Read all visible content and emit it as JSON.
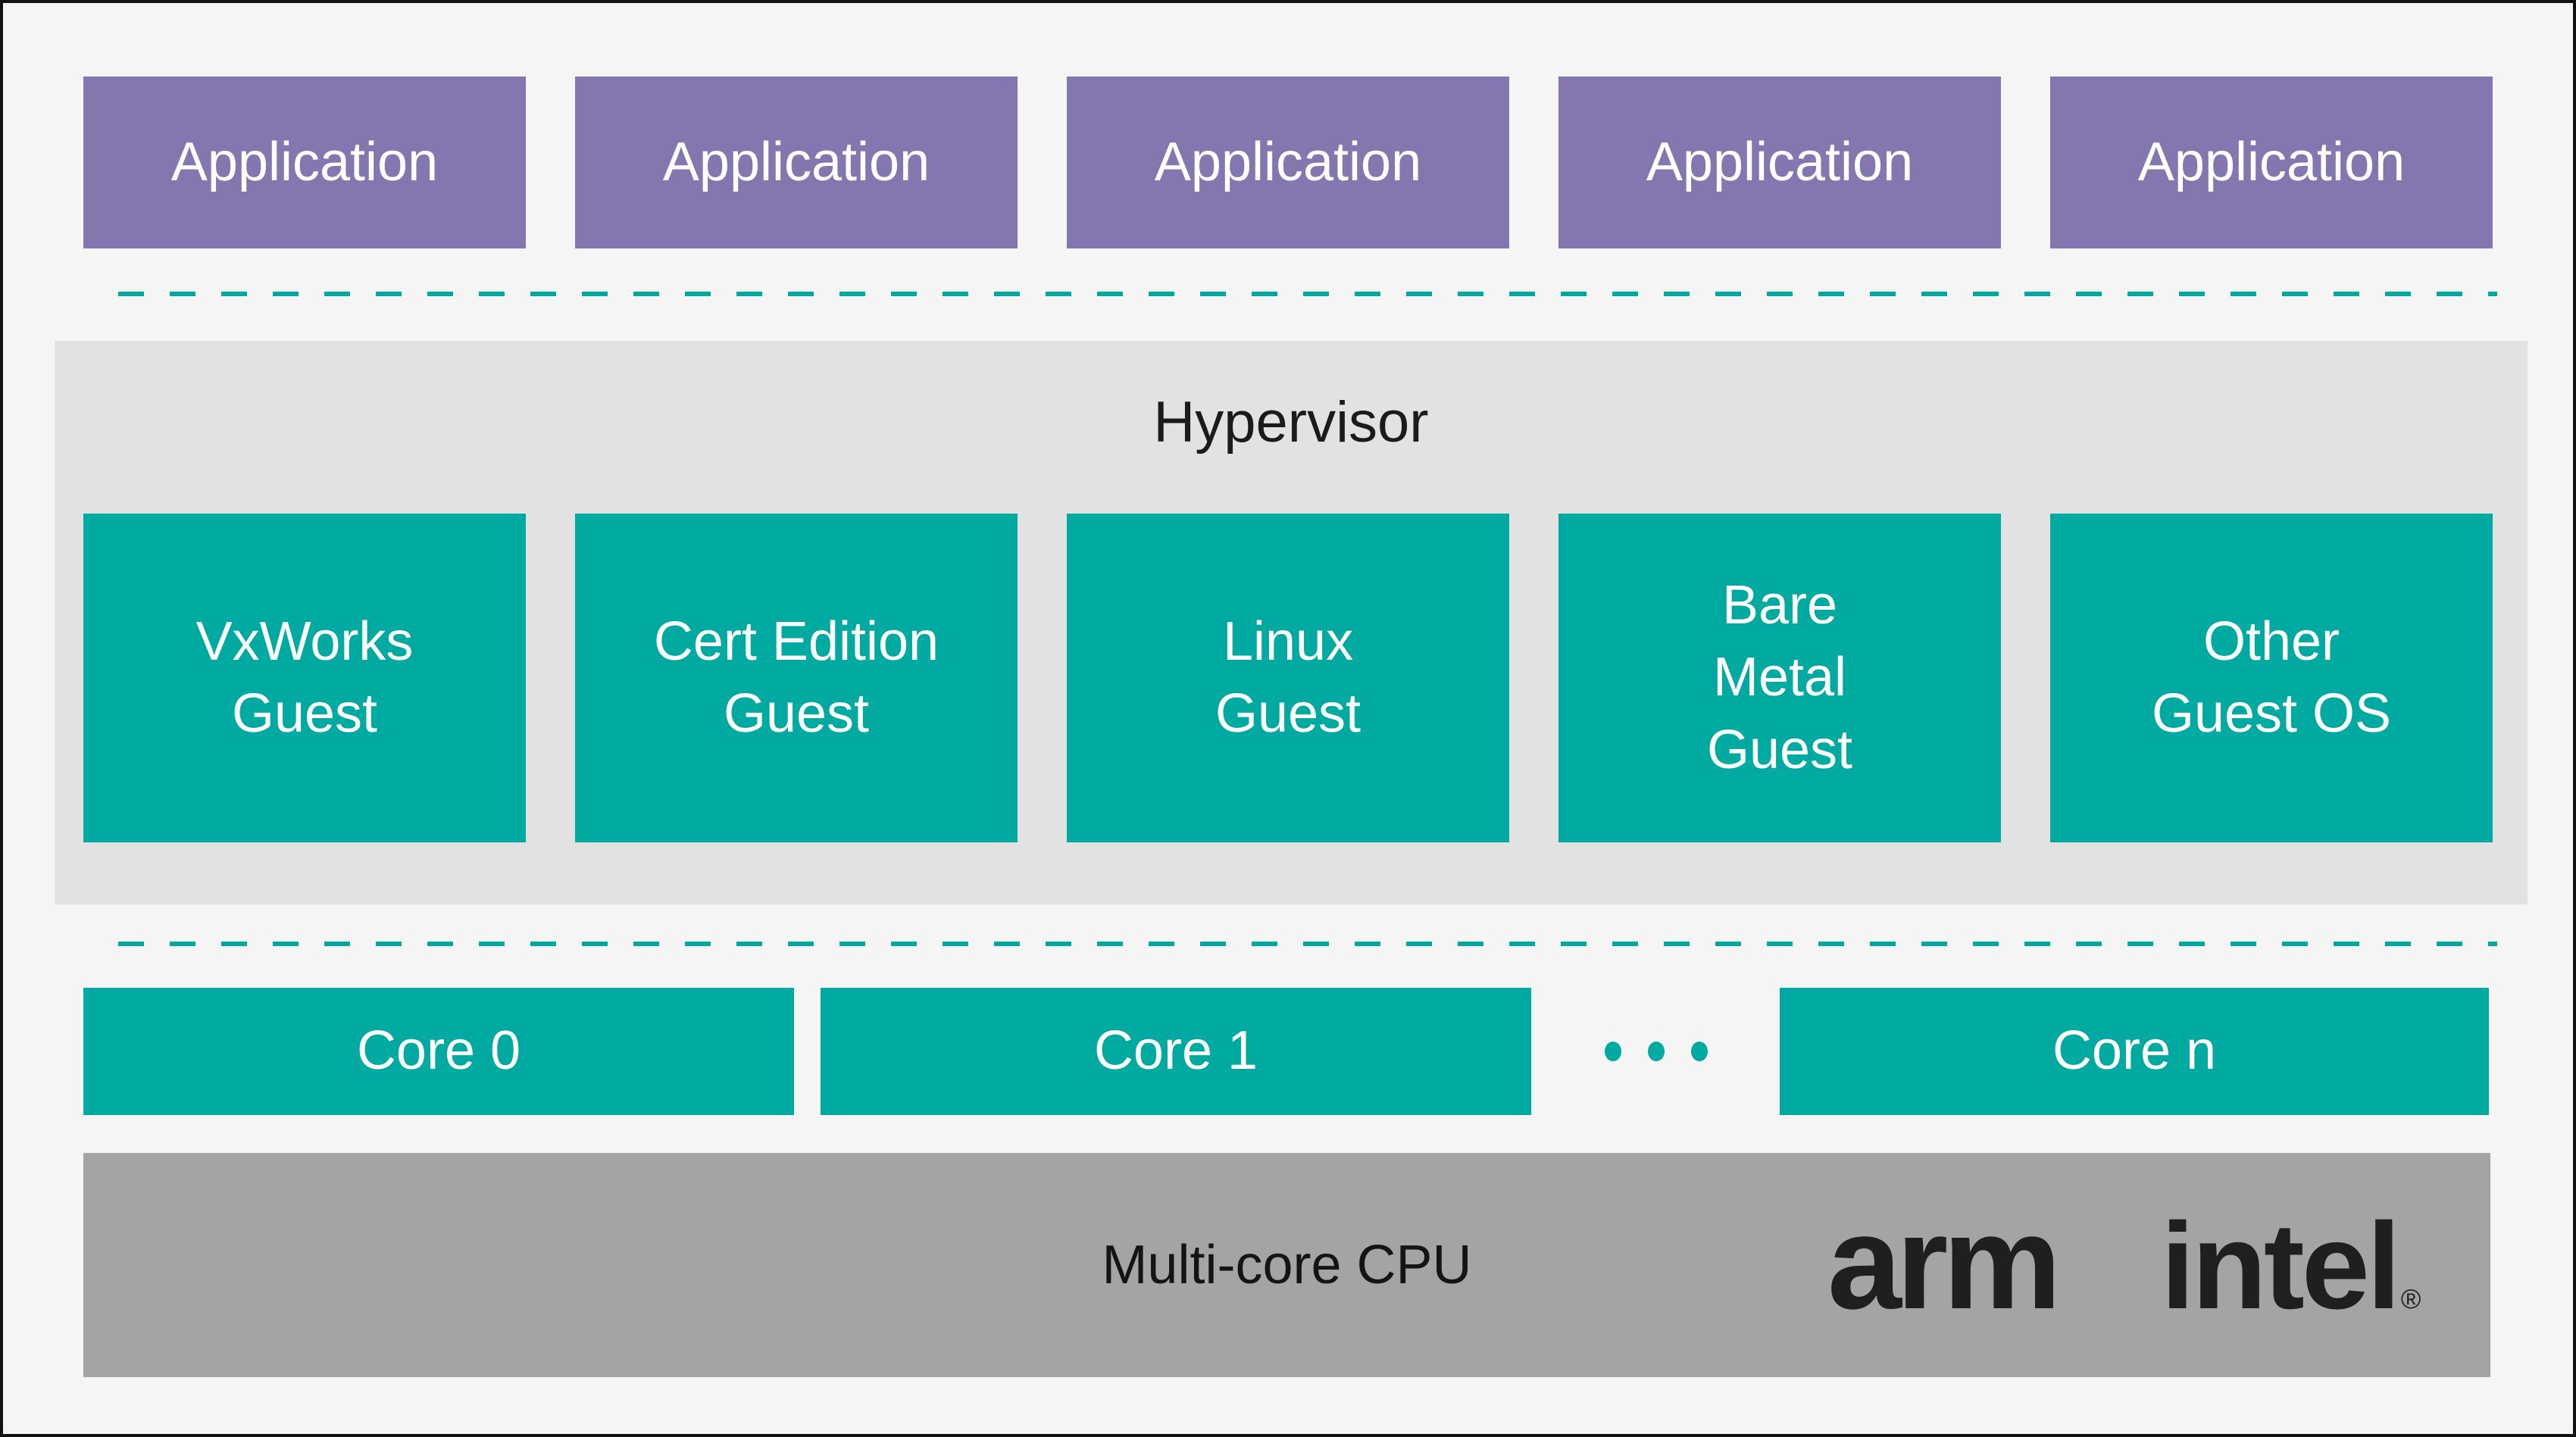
{
  "colors": {
    "background": "#f5f5f5",
    "frame_border": "#121212",
    "application_purple": "#8476af",
    "guest_teal": "#00aaa0",
    "dash_teal": "#00a99e",
    "hypervisor_gray": "#e2e2e2",
    "cpu_gray": "#a4a4a4"
  },
  "applications": [
    {
      "label": "Application"
    },
    {
      "label": "Application"
    },
    {
      "label": "Application"
    },
    {
      "label": "Application"
    },
    {
      "label": "Application"
    }
  ],
  "hypervisor": {
    "title": "Hypervisor",
    "guests": [
      {
        "label": "VxWorks\nGuest"
      },
      {
        "label": "Cert Edition\nGuest"
      },
      {
        "label": "Linux\nGuest"
      },
      {
        "label": "Bare\nMetal\nGuest"
      },
      {
        "label": "Other\nGuest OS"
      }
    ]
  },
  "cores": {
    "items": [
      {
        "label": "Core 0"
      },
      {
        "label": "Core 1"
      },
      {
        "label": "Core n"
      }
    ],
    "ellipsis_icon": "three-dots"
  },
  "cpu": {
    "label": "Multi-core CPU",
    "vendor_arm": "arm",
    "vendor_intel": "intel",
    "registered": "®"
  }
}
